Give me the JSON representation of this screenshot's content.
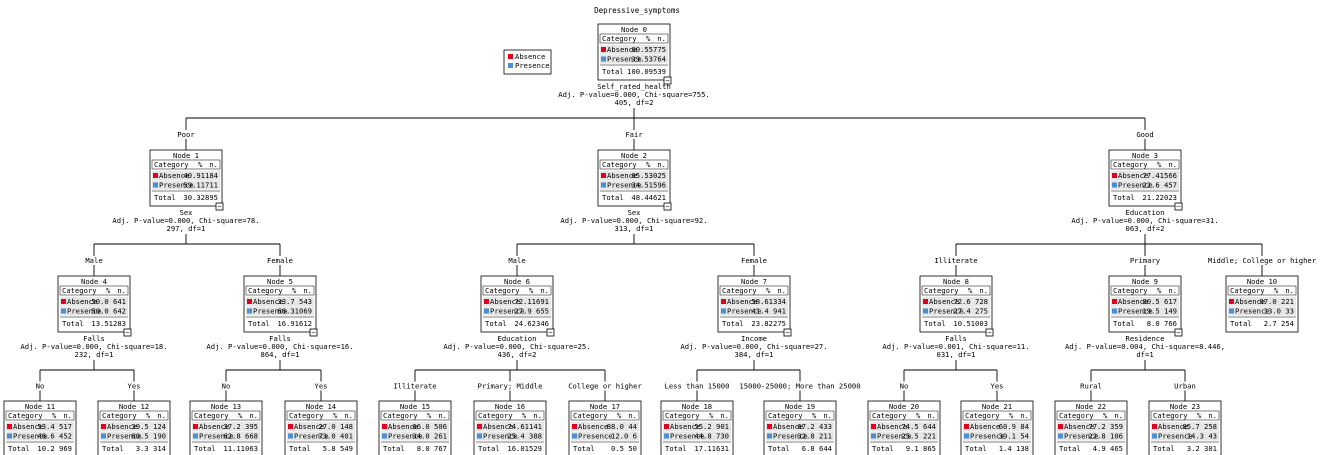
{
  "title": "Depressive_symptoms",
  "legend": [
    {
      "label": "Absence",
      "color": "#e3001b"
    },
    {
      "label": "Presence",
      "color": "#4a8fd6"
    }
  ],
  "header": {
    "category": "Category",
    "pct": "%",
    "n": "n."
  },
  "nodes": [
    {
      "id": "0",
      "title": "Node 0",
      "rows": [
        [
          "Absence",
          "60.55775"
        ],
        [
          "Presence",
          "39.53764"
        ]
      ],
      "total": [
        "Total",
        "100.09539"
      ],
      "split": [
        "Self_rated_health",
        "Adj. P-value=0.000, Chi-square=755.",
        "405, df=2"
      ]
    },
    {
      "id": "1",
      "title": "Node 1",
      "rows": [
        [
          "Absence",
          "40.91184"
        ],
        [
          "Presence",
          "59.11711"
        ]
      ],
      "total": [
        "Total",
        "30.32895"
      ],
      "split": [
        "Sex",
        "Adj. P-value=0.000, Chi-square=78.",
        "297, df=1"
      ]
    },
    {
      "id": "2",
      "title": "Node 2",
      "rows": [
        [
          "Absence",
          "65.53025"
        ],
        [
          "Presence",
          "34.51596"
        ]
      ],
      "total": [
        "Total",
        "48.44621"
      ],
      "split": [
        "Sex",
        "Adj. P-value=0.000, Chi-square=92.",
        "313, df=1"
      ]
    },
    {
      "id": "3",
      "title": "Node 3",
      "rows": [
        [
          "Absence",
          "77.41566"
        ],
        [
          "Presence",
          "22.6 457"
        ]
      ],
      "total": [
        "Total",
        "21.22023"
      ],
      "split": [
        "Education",
        "Adj. P-value=0.000, Chi-square=31.",
        "063, df=2"
      ]
    },
    {
      "id": "4",
      "title": "Node 4",
      "rows": [
        [
          "Absence",
          "50.0 641"
        ],
        [
          "Presence",
          "50.0 642"
        ]
      ],
      "total": [
        "Total",
        "13.51283"
      ],
      "split": [
        "Falls",
        "Adj. P-value=0.000, Chi-square=18.",
        "232, df=1"
      ]
    },
    {
      "id": "5",
      "title": "Node 5",
      "rows": [
        [
          "Absence",
          "33.7 543"
        ],
        [
          "Presence",
          "66.31069"
        ]
      ],
      "total": [
        "Total",
        "16.91612"
      ],
      "split": [
        "Falls",
        "Adj. P-value=0.000, Chi-square=16.",
        "864, df=1"
      ]
    },
    {
      "id": "6",
      "title": "Node 6",
      "rows": [
        [
          "Absence",
          "72.11691"
        ],
        [
          "Presence",
          "27.9 655"
        ]
      ],
      "total": [
        "Total",
        "24.62346"
      ],
      "split": [
        "Education",
        "Adj. P-value=0.000, Chi-square=25.",
        "436, df=2"
      ]
    },
    {
      "id": "7",
      "title": "Node 7",
      "rows": [
        [
          "Absence",
          "58.61334"
        ],
        [
          "Presence",
          "41.4 941"
        ]
      ],
      "total": [
        "Total",
        "23.82275"
      ],
      "split": [
        "Income",
        "Adj. P-value=0.000, Chi-square=27.",
        "384, df=1"
      ]
    },
    {
      "id": "8",
      "title": "Node 8",
      "rows": [
        [
          "Absence",
          "72.6 728"
        ],
        [
          "Presence",
          "27.4 275"
        ]
      ],
      "total": [
        "Total",
        "10.51003"
      ],
      "split": [
        "Falls",
        "Adj. P-value=0.001, Chi-square=11.",
        "031, df=1"
      ]
    },
    {
      "id": "9",
      "title": "Node 9",
      "rows": [
        [
          "Absence",
          "80.5 617"
        ],
        [
          "Presence",
          "19.5 149"
        ]
      ],
      "total": [
        "Total",
        "8.0 766"
      ],
      "split": [
        "Residence",
        "Adj. P-value=0.004, Chi-square=8.446,",
        "df=1"
      ]
    },
    {
      "id": "10",
      "title": "Node 10",
      "rows": [
        [
          "Absence",
          "87.0 221"
        ],
        [
          "Presence",
          "13.0 33"
        ]
      ],
      "total": [
        "Total",
        "2.7 254"
      ]
    },
    {
      "id": "11",
      "title": "Node 11",
      "rows": [
        [
          "Absence",
          "53.4 517"
        ],
        [
          "Presence",
          "46.6 452"
        ]
      ],
      "total": [
        "Total",
        "10.2 969"
      ]
    },
    {
      "id": "12",
      "title": "Node 12",
      "rows": [
        [
          "Absence",
          "39.5 124"
        ],
        [
          "Presence",
          "60.5 190"
        ]
      ],
      "total": [
        "Total",
        "3.3 314"
      ]
    },
    {
      "id": "13",
      "title": "Node 13",
      "rows": [
        [
          "Absence",
          "37.2 395"
        ],
        [
          "Presence",
          "62.8 668"
        ]
      ],
      "total": [
        "Total",
        "11.11063"
      ]
    },
    {
      "id": "14",
      "title": "Node 14",
      "rows": [
        [
          "Absence",
          "27.0 148"
        ],
        [
          "Presence",
          "73.0 401"
        ]
      ],
      "total": [
        "Total",
        "5.8 549"
      ]
    },
    {
      "id": "15",
      "title": "Node 15",
      "rows": [
        [
          "Absence",
          "66.0 506"
        ],
        [
          "Presence",
          "34.0 261"
        ]
      ],
      "total": [
        "Total",
        "8.0 767"
      ]
    },
    {
      "id": "16",
      "title": "Node 16",
      "rows": [
        [
          "Absence",
          "74.61141"
        ],
        [
          "Presence",
          "25.4 388"
        ]
      ],
      "total": [
        "Total",
        "16.01529"
      ]
    },
    {
      "id": "17",
      "title": "Node 17",
      "rows": [
        [
          "Absence",
          "88.0 44"
        ],
        [
          "Presence",
          "12.0 6"
        ]
      ],
      "total": [
        "Total",
        "0.5 50"
      ]
    },
    {
      "id": "18",
      "title": "Node 18",
      "rows": [
        [
          "Absence",
          "55.2 901"
        ],
        [
          "Presence",
          "44.8 730"
        ]
      ],
      "total": [
        "Total",
        "17.11631"
      ]
    },
    {
      "id": "19",
      "title": "Node 19",
      "rows": [
        [
          "Absence",
          "67.2 433"
        ],
        [
          "Presence",
          "32.8 211"
        ]
      ],
      "total": [
        "Total",
        "6.8 644"
      ]
    },
    {
      "id": "20",
      "title": "Node 20",
      "rows": [
        [
          "Absence",
          "74.5 644"
        ],
        [
          "Presence",
          "25.5 221"
        ]
      ],
      "total": [
        "Total",
        "9.1 865"
      ]
    },
    {
      "id": "21",
      "title": "Node 21",
      "rows": [
        [
          "Absence",
          "60.9 84"
        ],
        [
          "Presence",
          "39.1 54"
        ]
      ],
      "total": [
        "Total",
        "1.4 138"
      ]
    },
    {
      "id": "22",
      "title": "Node 22",
      "rows": [
        [
          "Absence",
          "77.2 359"
        ],
        [
          "Presence",
          "22.8 106"
        ]
      ],
      "total": [
        "Total",
        "4.9 465"
      ]
    },
    {
      "id": "23",
      "title": "Node 23",
      "rows": [
        [
          "Absence",
          "85.7 258"
        ],
        [
          "Presence",
          "14.3 43"
        ]
      ],
      "total": [
        "Total",
        "3.2 301"
      ]
    }
  ],
  "branches": [
    {
      "id": "b1",
      "label": "Poor"
    },
    {
      "id": "b2",
      "label": "Fair"
    },
    {
      "id": "b3",
      "label": "Good"
    },
    {
      "id": "b4",
      "label": "Male"
    },
    {
      "id": "b5",
      "label": "Female"
    },
    {
      "id": "b6",
      "label": "Male"
    },
    {
      "id": "b7",
      "label": "Female"
    },
    {
      "id": "b8",
      "label": "Illiterate"
    },
    {
      "id": "b9",
      "label": "Primary"
    },
    {
      "id": "b10",
      "label": "Middle; College or higher"
    },
    {
      "id": "b11",
      "label": "No"
    },
    {
      "id": "b12",
      "label": "Yes"
    },
    {
      "id": "b13",
      "label": "No"
    },
    {
      "id": "b14",
      "label": "Yes"
    },
    {
      "id": "b15",
      "label": "Illiterate"
    },
    {
      "id": "b16",
      "label": "Primary; Middle"
    },
    {
      "id": "b17",
      "label": "College or higher"
    },
    {
      "id": "b18",
      "label": "Less than 15000"
    },
    {
      "id": "b19",
      "label": "15000-25000; More than 25000"
    },
    {
      "id": "b20",
      "label": "No"
    },
    {
      "id": "b21",
      "label": "Yes"
    },
    {
      "id": "b22",
      "label": "Rural"
    },
    {
      "id": "b23",
      "label": "Urban"
    }
  ]
}
